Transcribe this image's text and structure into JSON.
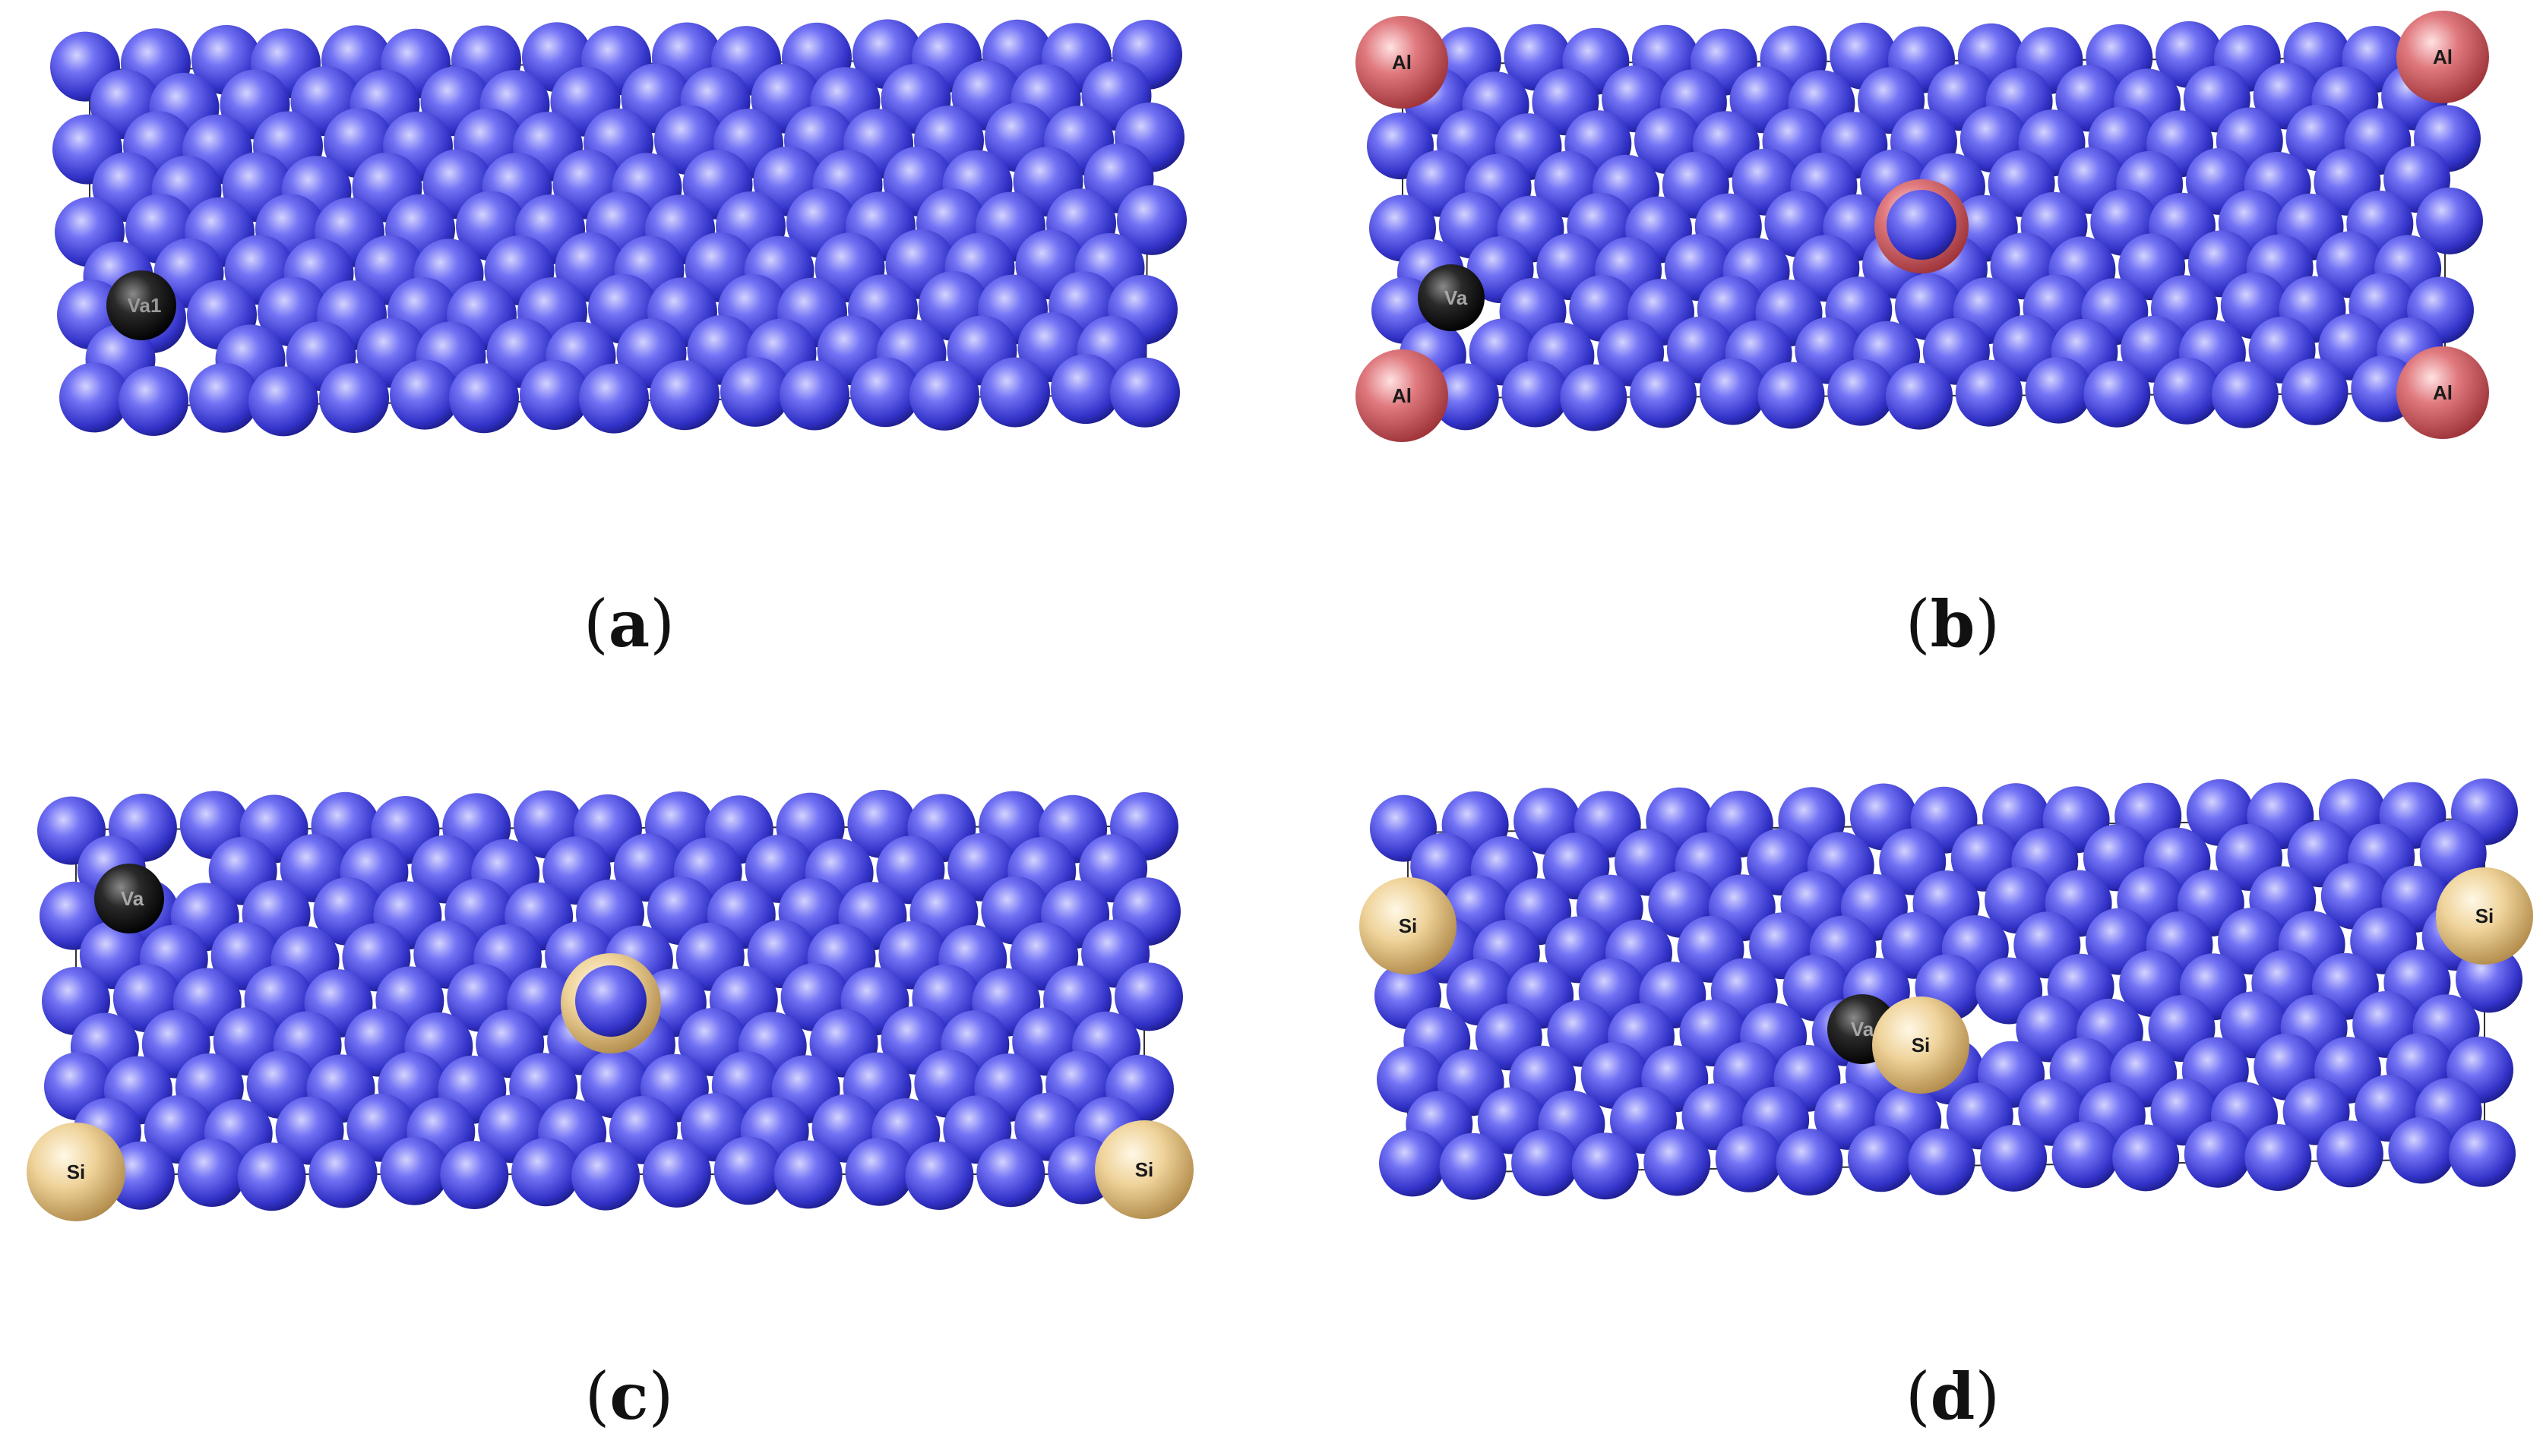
{
  "figure": {
    "panels": [
      {
        "id": "a",
        "caption_open": "(",
        "caption_letter": "a",
        "caption_close": ")",
        "labels": {
          "vacancy": "Va1"
        }
      },
      {
        "id": "b",
        "caption_open": "(",
        "caption_letter": "b",
        "caption_close": ")",
        "labels": {
          "vacancy": "Va",
          "solute": "Al"
        }
      },
      {
        "id": "c",
        "caption_open": "(",
        "caption_letter": "c",
        "caption_close": ")",
        "labels": {
          "vacancy": "Va",
          "solute": "Si"
        }
      },
      {
        "id": "d",
        "caption_open": "(",
        "caption_letter": "d",
        "caption_close": ")",
        "labels": {
          "vacancy": "Va",
          "solute": "Si"
        }
      }
    ]
  },
  "colors": {
    "host_atom": "#5b5bf0",
    "host_atom_highlight": "#c9c9ff",
    "host_atom_shadow": "#1e1e96",
    "vacancy": "#111111",
    "solute_al": "#d9646a",
    "solute_si": "#e8c98a",
    "cell_outline": "#333333"
  },
  "icons": {
    "host_atom": "blue-sphere",
    "vacancy": "black-sphere",
    "solute": "large-sphere"
  }
}
